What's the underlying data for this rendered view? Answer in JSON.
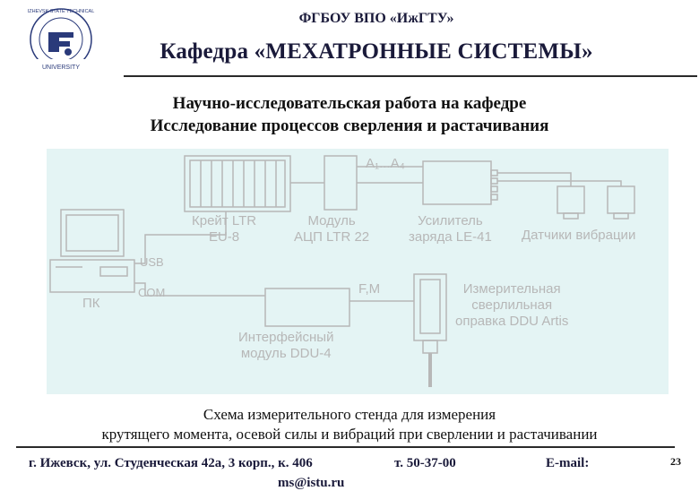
{
  "header": {
    "org": "ФГБОУ ВПО «ИжГТУ»",
    "department": "Кафедра «МЕХАТРОННЫЕ СИСТЕМЫ»",
    "logo_top_text": "IZHEVSK STATE TECHNICAL",
    "logo_bottom_text": "UNIVERSITY"
  },
  "title": {
    "line1": "Научно-исследовательская работа на кафедре",
    "line2": "Исследование процессов сверления и  растачивания"
  },
  "diagram": {
    "labels": {
      "channels": "A₁...A₄",
      "crate": "Крейт LTR\nEU-8",
      "adc": "Модуль\nАЦП LTR 22",
      "amplifier": "Усилитель\nзаряда LE-41",
      "sensors": "Датчики вибрации",
      "usb": "USB",
      "com": "COM",
      "pc": "ПК",
      "fm": "F,M",
      "holder": "Измерительная\nсверлильная\nоправка DDU Artis",
      "interface": "Интерфейсный\nмодуль DDU-4"
    }
  },
  "caption": {
    "line1": "Схема измерительного стенда для измерения",
    "line2": "крутящего момента, осевой силы и вибраций при сверлении и растачивании"
  },
  "footer": {
    "address": "г. Ижевск, ул. Студенческая 42а, 3 корп., к. 406",
    "phone": "т. 50-37-00",
    "email_label": "E-mail:",
    "email_value": "ms@istu.ru"
  },
  "page_number": "23",
  "colors": {
    "panel_bg": "#e4f4f4",
    "diagram_gray": "#b7b7b7",
    "header_text": "#1a1a3a"
  }
}
